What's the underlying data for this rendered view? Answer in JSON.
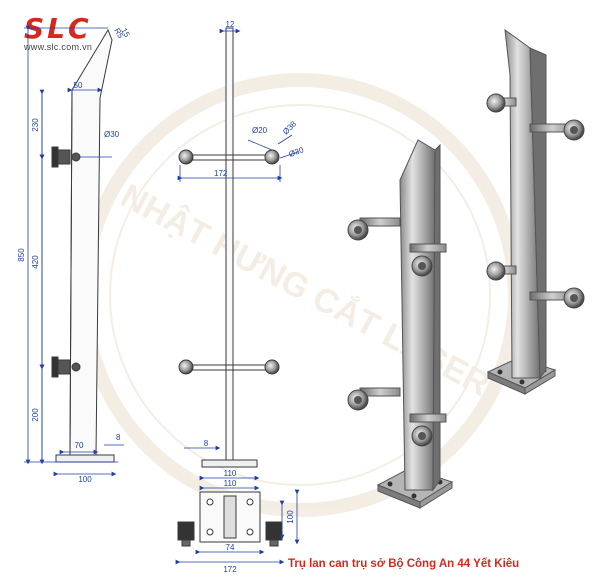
{
  "brand": {
    "name": "SLC",
    "url": "www.slc.com.vn",
    "watermark": "NHẬT HƯNG CẮT LASER",
    "colors": {
      "brand_red": "#d6281c",
      "dimension_blue": "#1f3fa6",
      "line": "#3a3a3a"
    }
  },
  "caption": "Trụ lan can trụ sở Bộ Công An 44 Yết Kiêu",
  "side_view": {
    "dims": {
      "total_height": "850",
      "top_segment": "230",
      "middle_segment": "420",
      "bottom_segment": "200",
      "top_width": "50",
      "angle": "R5",
      "angle2": "15",
      "clamp_dia": "Ø30",
      "base_offset": "70",
      "base_thickness": "8",
      "base_width": "100"
    }
  },
  "front_view": {
    "dims": {
      "post_width": "12",
      "pin_dia_small": "Ø20",
      "pin_dia_large": "Ø38",
      "clamp_dia": "Ø30",
      "arm_span": "172",
      "base_thickness": "8",
      "base_width_1": "110",
      "base_width_2": "110"
    }
  },
  "plan_view": {
    "dims": {
      "plate_depth": "100",
      "inner_span": "74",
      "outer_span": "172"
    }
  },
  "render_3d": {
    "items": [
      "post-render-front",
      "post-render-back"
    ]
  }
}
